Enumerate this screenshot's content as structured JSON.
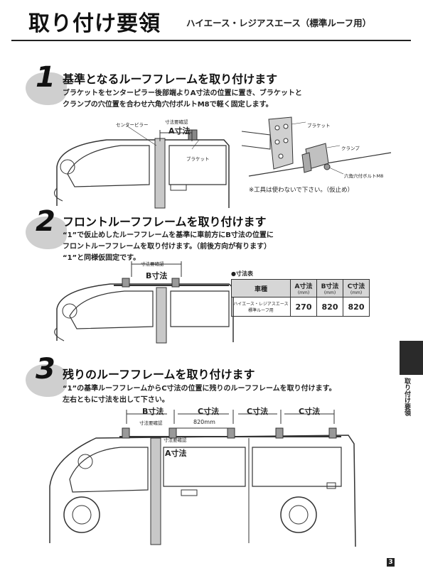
{
  "header": {
    "title": "取り付け要領",
    "subtitle": "ハイエース・レジアスエース（標準ルーフ用）"
  },
  "steps": [
    {
      "number": "1",
      "heading": "基準となるルーフフレームを取り付けます",
      "lines": [
        "ブラケットをセンターピラー後部端よりA寸法の位置に置き、ブラケットと",
        "クランプの穴位置を合わせ六角穴付ボルトM8で軽く固定します。"
      ],
      "labels": {
        "center_pillar": "センターピラー",
        "dim_confirm": "寸法要確認",
        "dim_a": "A寸法",
        "bracket": "ブラケット",
        "detail_bracket": "ブラケット",
        "detail_clamp": "クランプ",
        "detail_bolt": "六角穴付ボルトM8",
        "note": "※工具は使わないで下さい。（仮止め）"
      }
    },
    {
      "number": "2",
      "heading": "フロントルーフフレームを取り付けます",
      "lines": [
        "“1”で仮止めしたルーフフレームを基準に車前方にB寸法の位置に",
        "フロントルーフフレームを取り付けます。（前後方向が有ります）",
        "“1”と同様仮固定です。"
      ],
      "labels": {
        "dim_confirm": "寸法要確認",
        "dim_b": "B寸法"
      },
      "table": {
        "caption": "●寸法表",
        "headers": [
          "車種",
          "A寸法",
          "B寸法",
          "C寸法"
        ],
        "unit": "(mm)",
        "rows": [
          {
            "model": "ハイエース・レジアスエース",
            "model2": "標準ルーフ用",
            "a": "270",
            "b": "820",
            "c": "820"
          }
        ]
      }
    },
    {
      "number": "3",
      "heading": "残りのルーフフレームを取り付けます",
      "lines": [
        "“1”の基準ルーフフレームからC寸法の位置に残りのルーフフレームを取り付けます。",
        "左右ともに寸法を出して下さい。"
      ],
      "labels": {
        "dim_b": "B寸法",
        "dim_c1": "C寸法",
        "dim_c2": "C寸法",
        "dim_c3": "C寸法",
        "dim_confirm": "寸法要確認",
        "dim_820": "820mm",
        "dim_confirm2": "寸法要確認",
        "dim_a": "A寸法"
      }
    }
  ],
  "side_tab": "取り付け要領",
  "page_number": "3"
}
